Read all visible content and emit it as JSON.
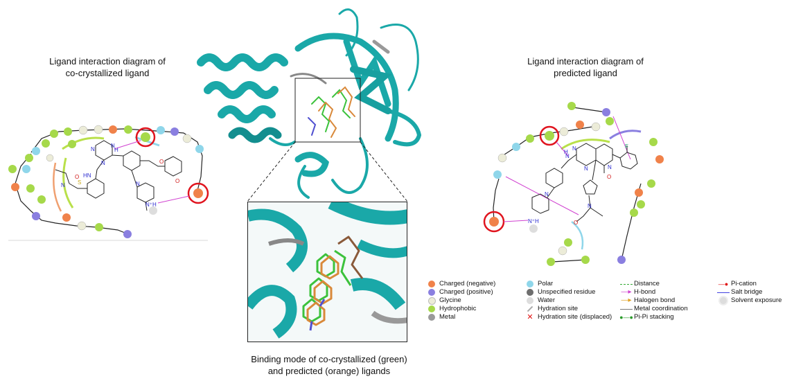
{
  "captions": {
    "left_line1": "Ligand interaction diagram of",
    "left_line2": "co-crystallized ligand",
    "right_line1": "Ligand interaction diagram of",
    "right_line2": "predicted ligand",
    "bottom_line1": "Binding mode of co-crystallized (green)",
    "bottom_line2": "and predicted (orange) ligands"
  },
  "colors": {
    "protein": "#1aa8a8",
    "protein_dark": "#0e7f80",
    "ligand_green": "#3cc23c",
    "ligand_orange": "#d9893a",
    "highlight_circle": "#e0141e",
    "negative": "#f0824a",
    "positive": "#8a7fe0",
    "glycine": "#ececd8",
    "hydrophobic": "#a6d94a",
    "metal": "#9a9a9a",
    "polar": "#8fd6ea",
    "unspecified": "#6e6e6e",
    "water": "#dddddd",
    "hbond": "#d040d0",
    "halogen": "#e0a020",
    "salt_bridge": "#4040e0",
    "pipi": "#2a9a2a",
    "pication": "#e01010",
    "distance": "#33aa33"
  },
  "legend": {
    "col1": [
      {
        "label": "Charged (negative)",
        "kind": "negative"
      },
      {
        "label": "Charged (positive)",
        "kind": "positive"
      },
      {
        "label": "Glycine",
        "kind": "glycine"
      },
      {
        "label": "Hydrophobic",
        "kind": "hydrophobic"
      },
      {
        "label": "Metal",
        "kind": "metal"
      }
    ],
    "col2": [
      {
        "label": "Polar",
        "kind": "polar"
      },
      {
        "label": "Unspecified residue",
        "kind": "unspecified"
      },
      {
        "label": "Water",
        "kind": "water"
      },
      {
        "label": "Hydration site",
        "kind": "hydration"
      },
      {
        "label": "Hydration site (displaced)",
        "kind": "hydration-displaced"
      }
    ],
    "col3": [
      {
        "label": "Distance",
        "kind": "distance"
      },
      {
        "label": "H-bond",
        "kind": "hbond"
      },
      {
        "label": "Halogen bond",
        "kind": "halogen"
      },
      {
        "label": "Metal coordination",
        "kind": "metal-coord"
      },
      {
        "label": "Pi-Pi stacking",
        "kind": "pipi"
      }
    ],
    "col4": [
      {
        "label": "Pi-cation",
        "kind": "pication"
      },
      {
        "label": "Salt bridge",
        "kind": "salt"
      },
      {
        "label": "Solvent exposure",
        "kind": "solvent"
      }
    ]
  },
  "atom_labels": {
    "N": "N",
    "HN": "HN",
    "H_N": "H",
    "O": "O",
    "S": "S",
    "F": "F",
    "NH_plus": "N⁺H"
  }
}
